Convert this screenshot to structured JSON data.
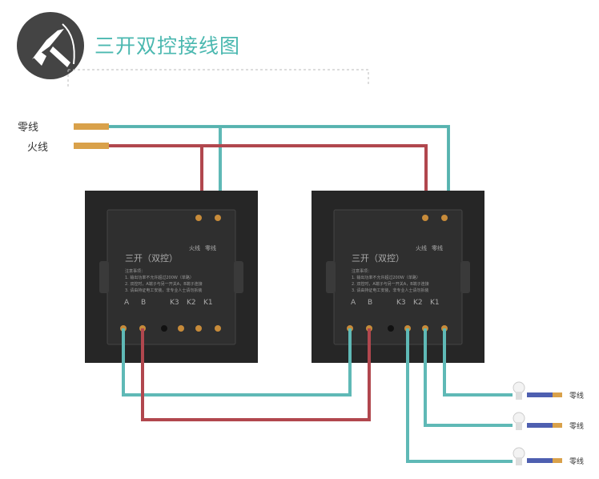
{
  "title": "三开双控接线图",
  "labels": {
    "neutral": "零线",
    "live": "火线",
    "lamp_neutral": [
      "零线",
      "零线",
      "零线"
    ]
  },
  "switch": {
    "title": "三开（双控）",
    "live_terminal": "火线",
    "neutral_terminal": "零线",
    "notes": [
      "注意事项：",
      "1. 输出功率不允许超过200W（单路）",
      "2. 双控时，A端子与另一开关A，B端子连接",
      "3. 请由持证电工安装，非专业人士请勿拆装"
    ],
    "terminals": [
      "A",
      "B",
      "K3",
      "K2",
      "K1"
    ]
  },
  "colors": {
    "neutral_wire": "#5fb9b6",
    "live_wire": "#b1474e",
    "accent": "#4bb8b0",
    "panel": "#2a2a2a"
  }
}
